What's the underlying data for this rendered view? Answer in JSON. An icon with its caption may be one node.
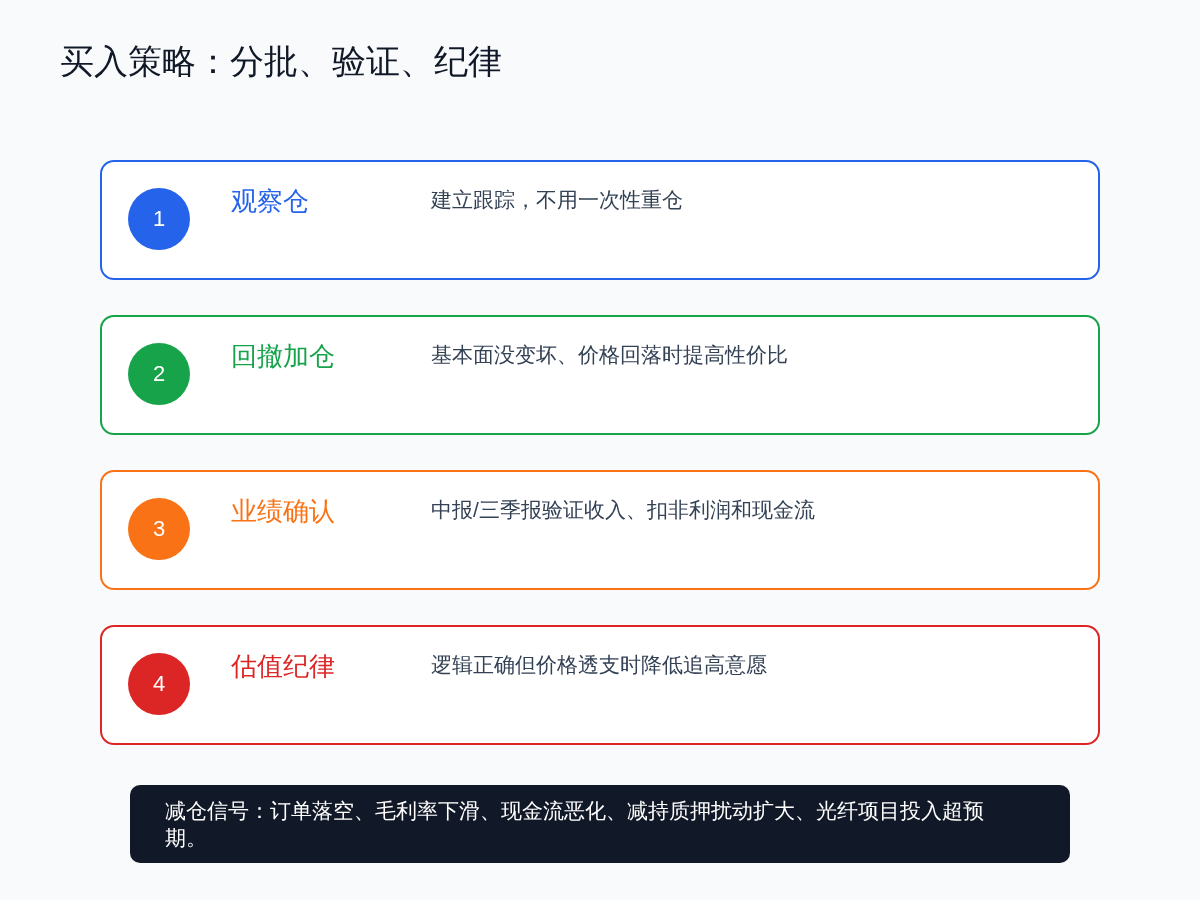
{
  "diagram": {
    "title": "买入策略：分批、验证、纪律",
    "nodes": [
      {
        "text": [
          "观察仓",
          "建立跟踪，不用一次性重仓"
        ]
      },
      {
        "text": [
          "1"
        ],
        "in": 0
      },
      {
        "text": [
          "回撤加仓",
          "基本面没变坏、价格回落时提高性价比"
        ]
      },
      {
        "text": [
          "2"
        ],
        "in": 2
      },
      {
        "text": [
          "业绩确认",
          "中报/三季报验证收入、扣非利润和现金流"
        ]
      },
      {
        "text": [
          "3"
        ],
        "in": 4
      },
      {
        "text": [
          "估值纪律",
          "逻辑正确但价格透支时降低追高意愿"
        ]
      },
      {
        "text": [
          "4"
        ],
        "in": 6
      },
      {
        "text": [
          "减仓信号：订单落空、毛利率下滑、现金流恶化、减持质押扰动扩大、光纤项目投入超预期。"
        ]
      }
    ],
    "edges": []
  }
}
